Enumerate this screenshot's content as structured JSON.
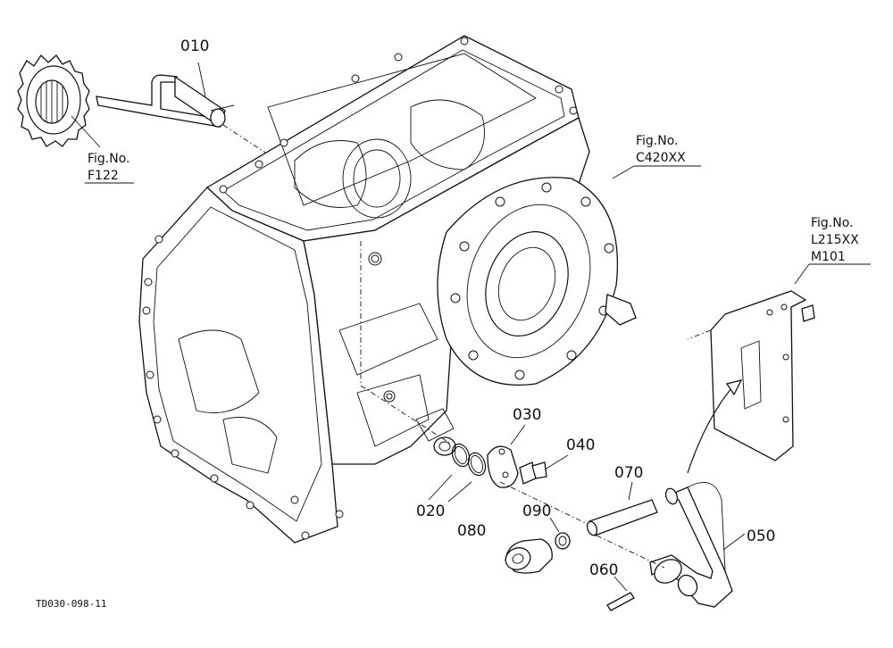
{
  "diagram": {
    "part_labels": [
      {
        "id": "010",
        "text": "010"
      },
      {
        "id": "020",
        "text": "020"
      },
      {
        "id": "030",
        "text": "030"
      },
      {
        "id": "040",
        "text": "040"
      },
      {
        "id": "050",
        "text": "050"
      },
      {
        "id": "060",
        "text": "060"
      },
      {
        "id": "070",
        "text": "070"
      },
      {
        "id": "080",
        "text": "080"
      },
      {
        "id": "090",
        "text": "090"
      }
    ],
    "figure_refs": {
      "f122": {
        "line1": "Fig.No.",
        "line2": "F122"
      },
      "c420": {
        "line1": "Fig.No.",
        "line2": "C420XX"
      },
      "l215": {
        "line1": "Fig.No.",
        "line2": "L215XX",
        "line3": "M101"
      }
    },
    "drawing_code": "TD030-098-11"
  }
}
